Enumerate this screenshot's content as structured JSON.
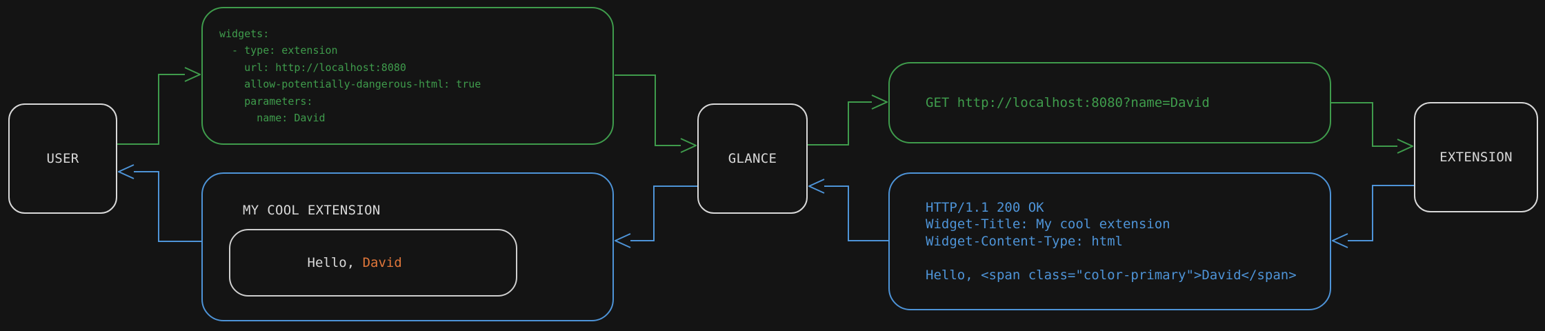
{
  "colors": {
    "background": "#141414",
    "request_flow_green": "#3f9c4c",
    "response_flow_blue": "#4e94d8",
    "highlight_orange": "#e0763a",
    "neutral_gray": "#d9d9d9"
  },
  "nodes": {
    "user": {
      "label": "USER"
    },
    "glance": {
      "label": "GLANCE"
    },
    "extension": {
      "label": "EXTENSION"
    }
  },
  "config_box": {
    "code": "widgets:\n  - type: extension\n    url: http://localhost:8080\n    allow-potentially-dangerous-html: true\n    parameters:\n      name: David"
  },
  "request_box": {
    "code": "GET http://localhost:8080?name=David"
  },
  "response_box": {
    "code": "HTTP/1.1 200 OK\nWidget-Title: My cool extension\nWidget-Content-Type: html\n\nHello, <span class=\"color-primary\">David</span>"
  },
  "widget_box": {
    "title": "MY COOL EXTENSION",
    "greeting_prefix": "Hello, ",
    "greeting_name": "David"
  }
}
